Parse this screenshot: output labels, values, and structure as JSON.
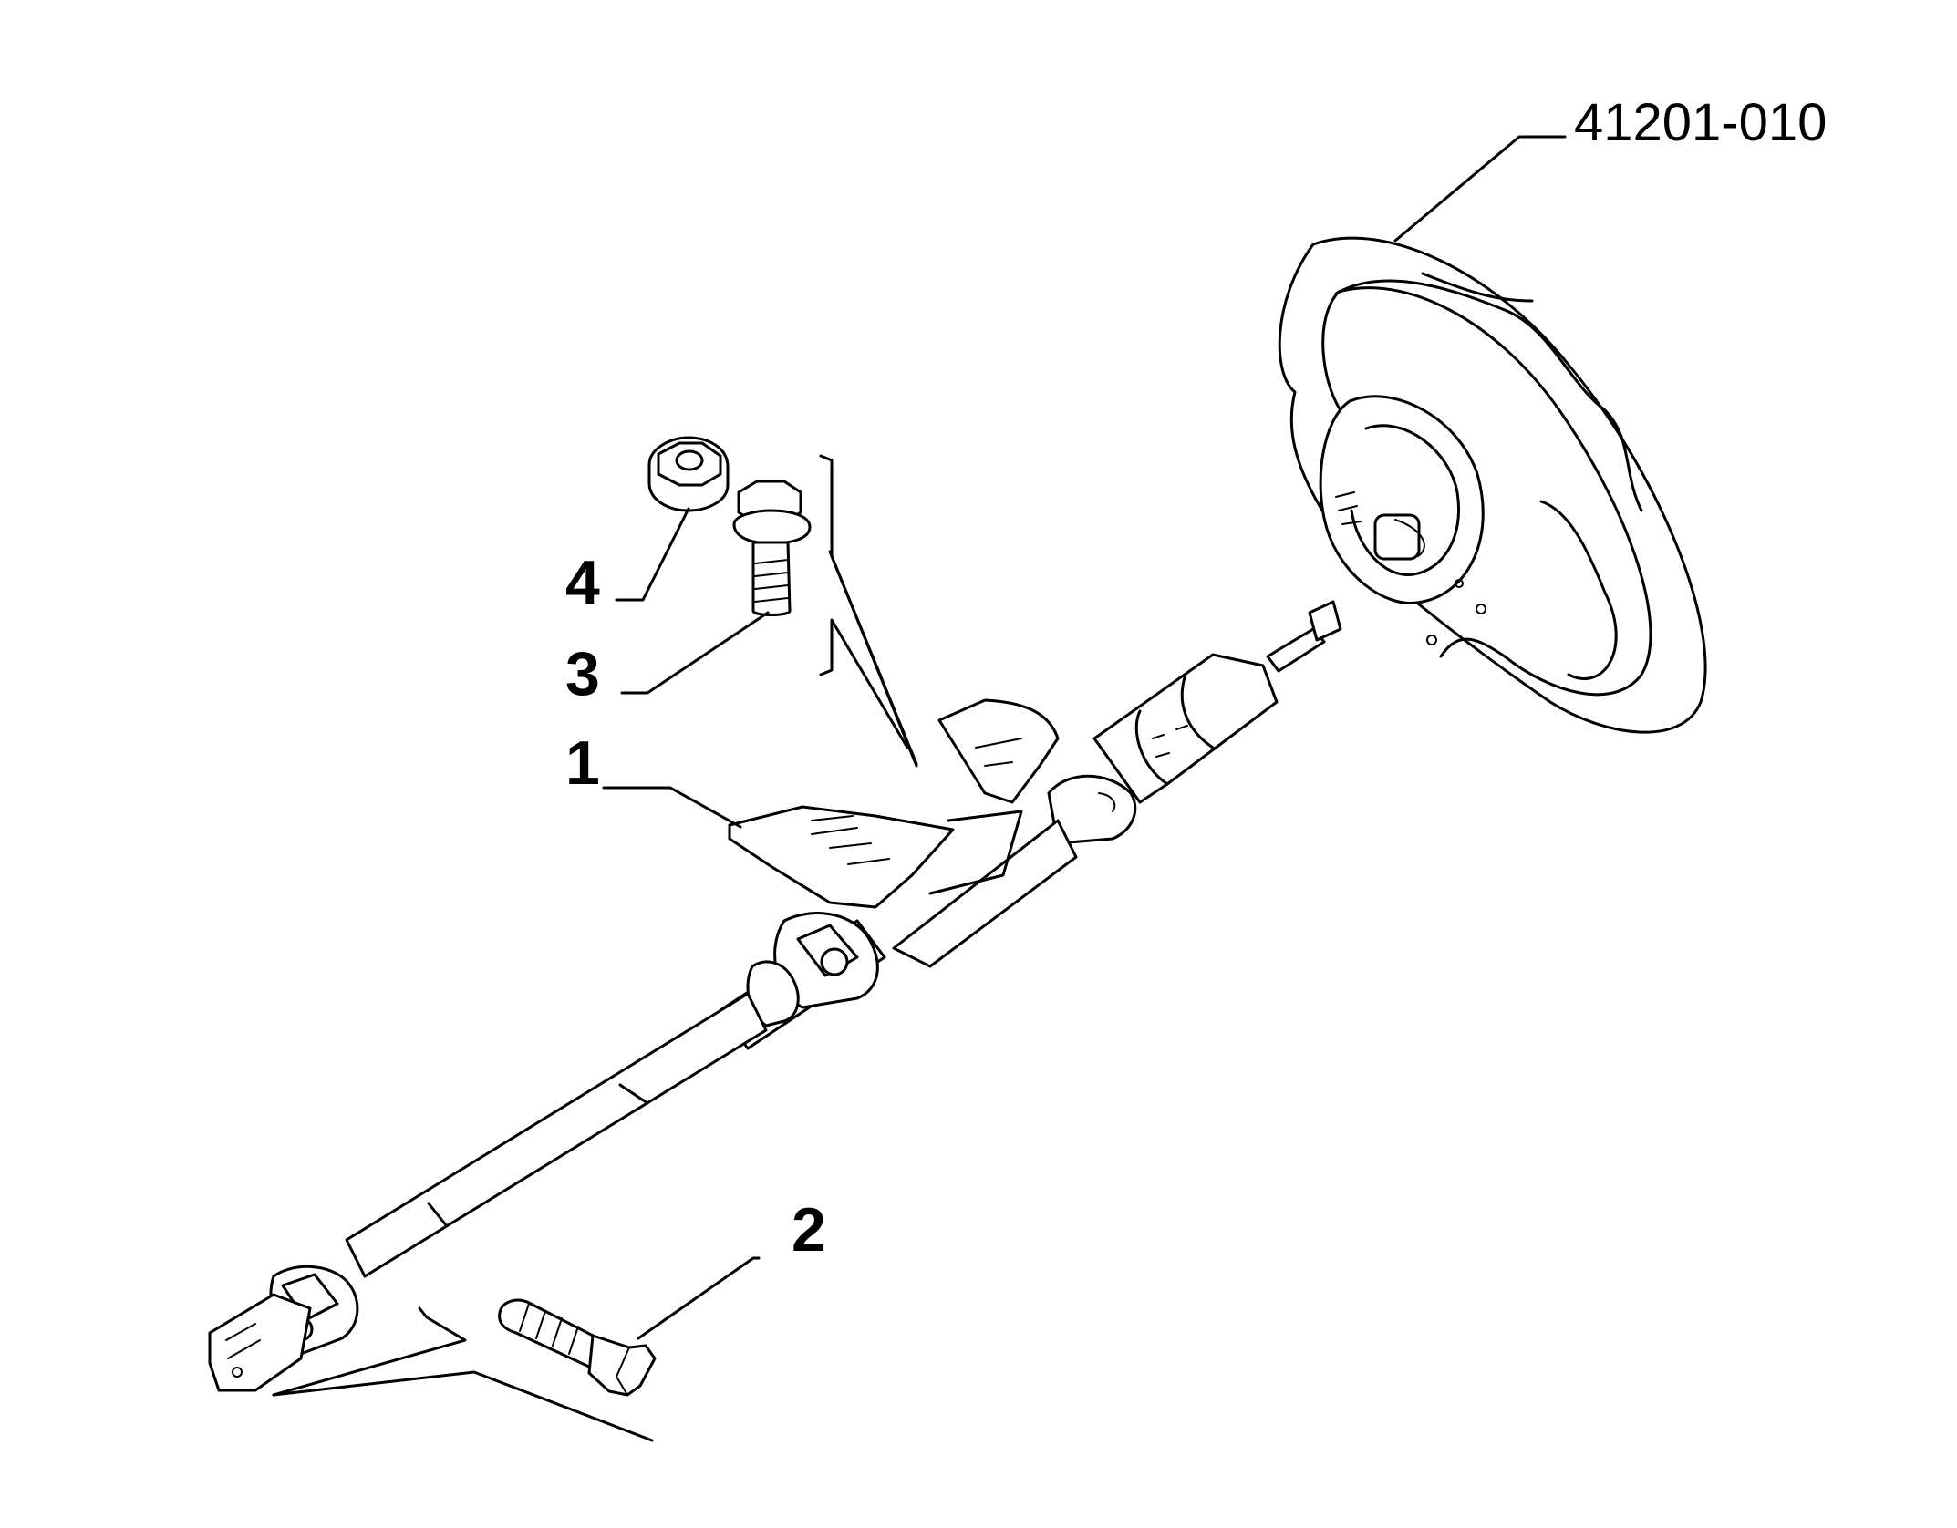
{
  "callouts": {
    "steering_wheel_ref": "41201-010",
    "part_1": "1",
    "part_2": "2",
    "part_3": "3",
    "part_4": "4"
  },
  "colors": {
    "ink": "#000000",
    "paper": "#ffffff"
  }
}
